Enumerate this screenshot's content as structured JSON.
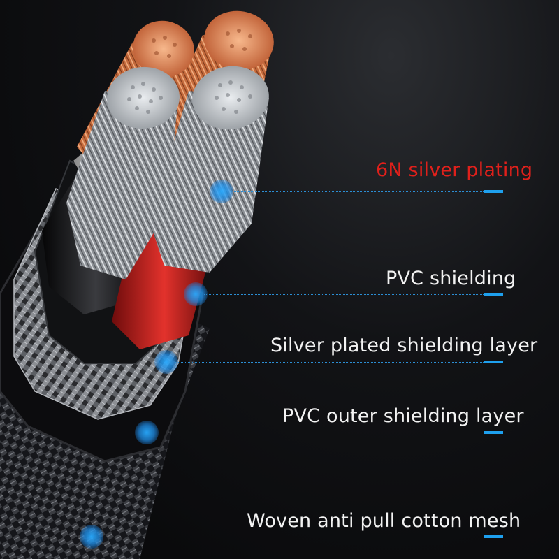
{
  "image": {
    "subject": "multi-core audio cable cross-section with layer callouts"
  },
  "colors": {
    "accent_red": "#e0201b",
    "callout_blue": "#1ea0ee",
    "label_white": "#f2f2f2",
    "background": "#0a0a0c"
  },
  "callouts": [
    {
      "label": "6N silver plating",
      "color": "#e0201b"
    },
    {
      "label": "PVC shielding",
      "color": "#f2f2f2"
    },
    {
      "label": "Silver plated shielding layer",
      "color": "#f2f2f2"
    },
    {
      "label": "PVC outer shielding layer",
      "color": "#f2f2f2"
    },
    {
      "label": "Woven anti pull cotton mesh",
      "color": "#f2f2f2"
    }
  ]
}
